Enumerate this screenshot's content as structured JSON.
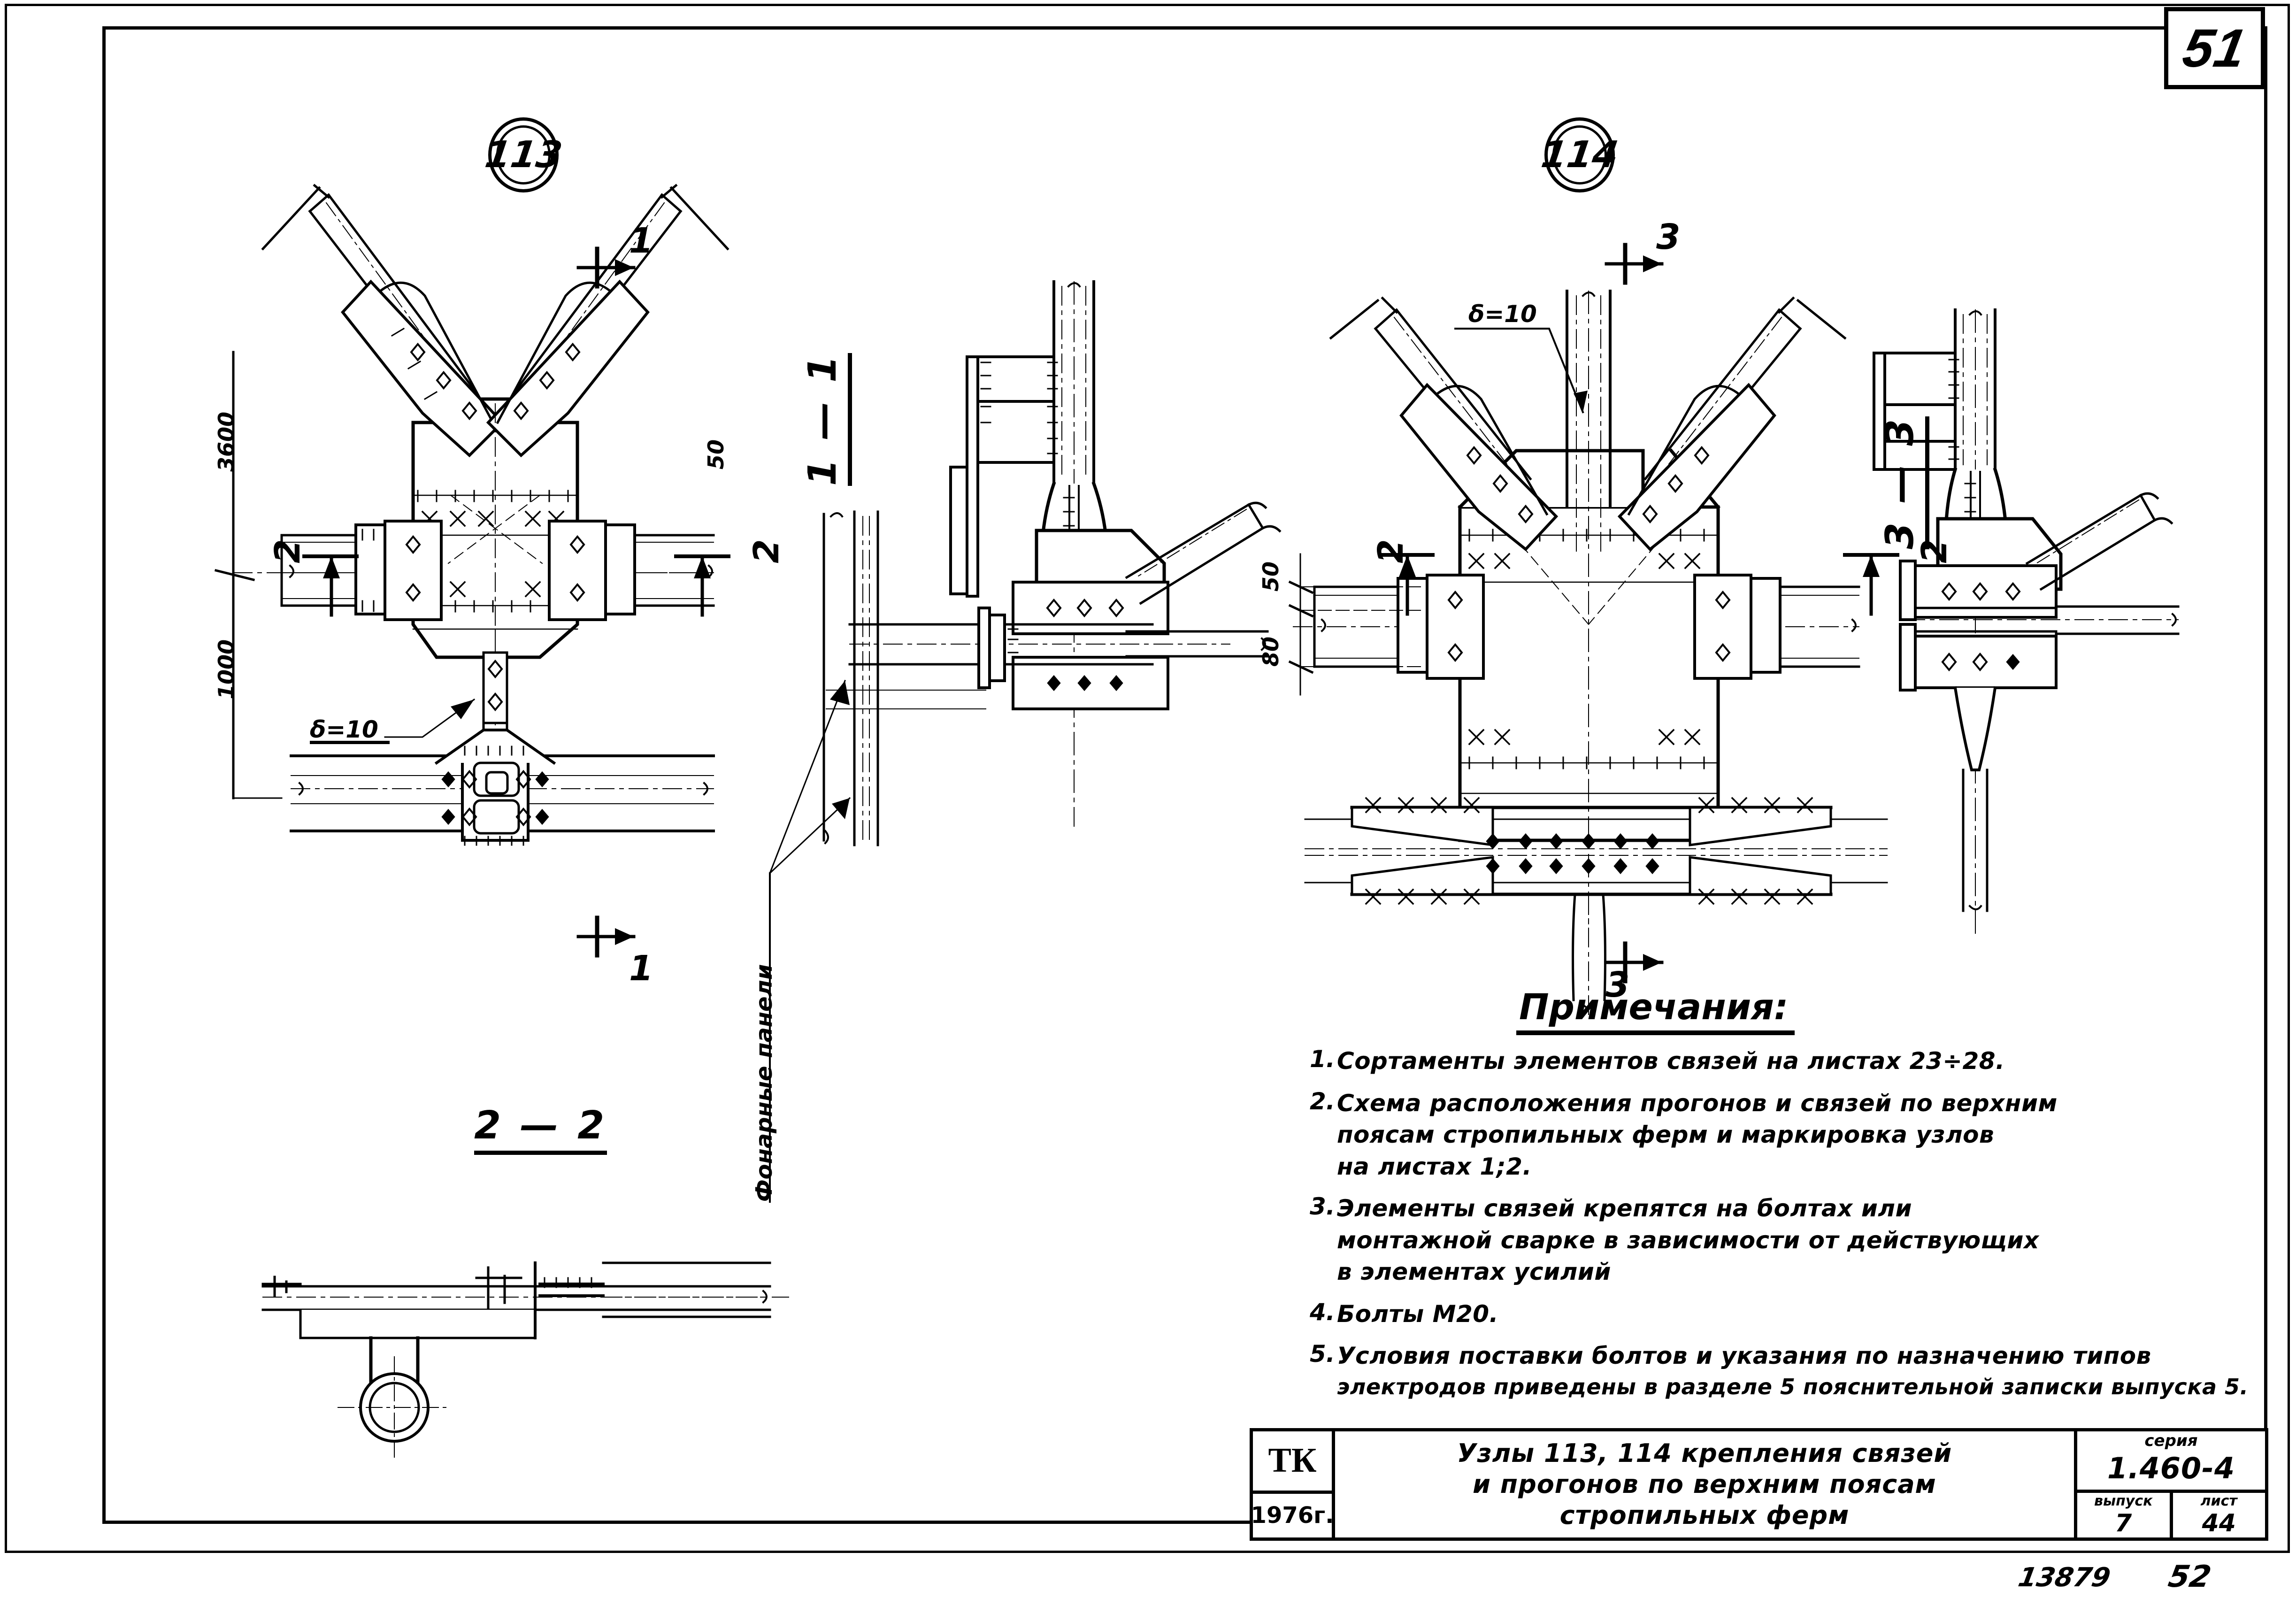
{
  "sheet": {
    "page_number": "51",
    "bottom_left_number": "13879",
    "bottom_right_number": "52"
  },
  "nodes": [
    {
      "id": "113",
      "label": "113"
    },
    {
      "id": "114",
      "label": "114"
    }
  ],
  "section_labels": {
    "s11": "1 — 1",
    "s22": "2 — 2",
    "s33": "3 — 3"
  },
  "section_marks": {
    "a1": "1",
    "a1b": "1",
    "a2l": "2",
    "a2r": "2",
    "b3": "3",
    "b3b": "3",
    "b2l": "2",
    "b2r": "2"
  },
  "dimensions": {
    "d3600": "3600",
    "d1000": "1000",
    "d50_right": "50",
    "d80": "80",
    "d50": "50"
  },
  "annotations": {
    "thickness_113": "δ=10",
    "thickness_114": "δ=10",
    "lantern_panels": "Фонарные панели"
  },
  "notes": {
    "title": "Примечания:",
    "items": [
      {
        "num": "1.",
        "lines": [
          "Сортаменты  элементов  связей   на  листах  23÷28."
        ]
      },
      {
        "num": "2.",
        "lines": [
          "Схема  расположения   прогонов   и  связей  по  верхним",
          "поясам  стропильных    ферм   и  маркировка    узлов",
          "на   листах  1;2."
        ]
      },
      {
        "num": "3.",
        "lines": [
          "Элементы  связей    крепятся   на  болтах    или",
          "монтажной   сварке   в  зависимости   от  действующих",
          "в  элементах   усилий"
        ]
      },
      {
        "num": "4.",
        "lines": [
          "Болты  М20."
        ]
      },
      {
        "num": "5.",
        "lines": [
          "Условия  поставки  болтов  и  указания  по  назначению  типов",
          "электродов  приведены  в разделе 5 пояснительной   записки   выпуска 5."
        ]
      }
    ]
  },
  "title_block": {
    "org": "ТК",
    "year": "1976г.",
    "title_lines": [
      "Узлы 113, 114   крепления   связей",
      "и  прогонов   по  верхним    поясам",
      "стропильных    ферм"
    ],
    "series_label": "серия",
    "series_value": "1.460-4",
    "issue_label": "выпуск",
    "issue_value": "7",
    "sheet_label": "лист",
    "sheet_value": "44"
  }
}
